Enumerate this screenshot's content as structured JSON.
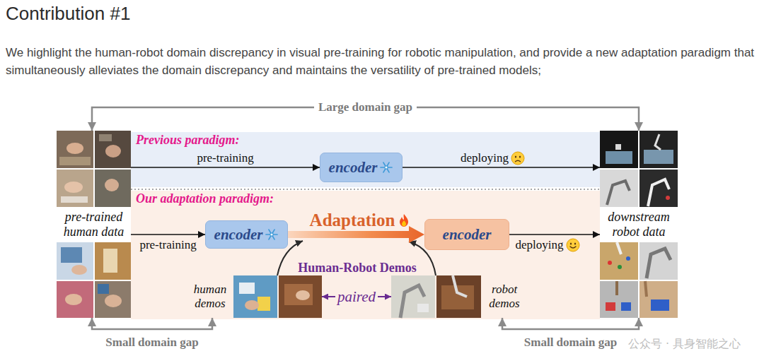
{
  "diagram": {
    "title": "Contribution #1",
    "caption": "We highlight the human-robot domain discrepancy in visual pre-training for robotic manipulation, and provide a new adaptation paradigm that simultaneously alleviates the domain discrepancy and maintains the versatility of pre-trained models;",
    "nodes": [
      {
        "text": [
          "pre-trained human data"
        ]
      },
      {
        "text": [
          "Previous paradigm:"
        ]
      },
      {
        "text": [
          "encoder"
        ],
        "in": 1
      },
      {
        "text": [
          "Our adaptation paradigm:"
        ]
      },
      {
        "text": [
          "encoder"
        ],
        "in": 3
      },
      {
        "text": [
          "encoder"
        ],
        "in": 3
      },
      {
        "text": [
          "downstream robot data"
        ]
      },
      {
        "text": [
          "human demos"
        ],
        "in": 3
      },
      {
        "text": [
          "robot demos"
        ],
        "in": 3
      }
    ],
    "edges": [
      {
        "from": 0,
        "to": 6,
        "label": "Large domain gap",
        "arrow": "both"
      },
      {
        "from": 0,
        "to": 2,
        "label": "pre-training",
        "arrow": "to"
      },
      {
        "from": 2,
        "to": 6,
        "label": "deploying",
        "arrow": "to"
      },
      {
        "from": 0,
        "to": 4,
        "label": "pre-training",
        "arrow": "to"
      },
      {
        "from": 4,
        "to": 5,
        "label": "Adaptation",
        "arrow": "to"
      },
      {
        "from": 5,
        "to": 6,
        "label": "deploying",
        "arrow": "to"
      },
      {
        "from": 7,
        "to": 8,
        "label": "paired",
        "arrow": "both"
      },
      {
        "from": 0,
        "to": 7,
        "label": "Small domain gap",
        "arrow": "both"
      },
      {
        "from": 8,
        "to": 6,
        "label": "Small domain gap",
        "arrow": "both"
      }
    ],
    "labels": [
      "Human-Robot Demos",
      "公众号 · 具身智能之心"
    ]
  }
}
